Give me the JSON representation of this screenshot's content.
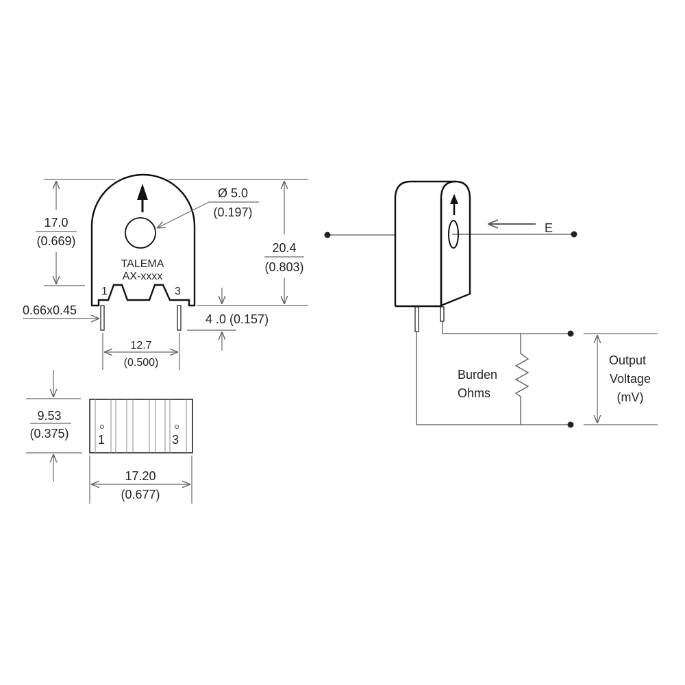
{
  "front_view": {
    "brand": "TALEMA",
    "model": "AX-xxxx",
    "pin_left": "1",
    "pin_right": "3",
    "height_mm": "17.0",
    "height_in": "(0.669)",
    "hole_dia_mm": "Ø 5.0",
    "hole_dia_in": "(0.197)",
    "total_height_mm": "20.4",
    "total_height_in": "(0.803)",
    "pin_size": "0.66x0.45",
    "pin_length": "4 .0 (0.157)",
    "pin_spacing_mm": "12.7",
    "pin_spacing_in": "(0.500)"
  },
  "bottom_view": {
    "pin_left": "1",
    "pin_right": "3",
    "depth_mm": "9.53",
    "depth_in": "(0.375)",
    "width_mm": "17.20",
    "width_in": "(0.677)"
  },
  "circuit": {
    "current_label": "E",
    "burden_line1": "Burden",
    "burden_line2": "Ohms",
    "output_line1": "Output",
    "output_line2": "Voltage",
    "output_line3": "(mV)"
  }
}
